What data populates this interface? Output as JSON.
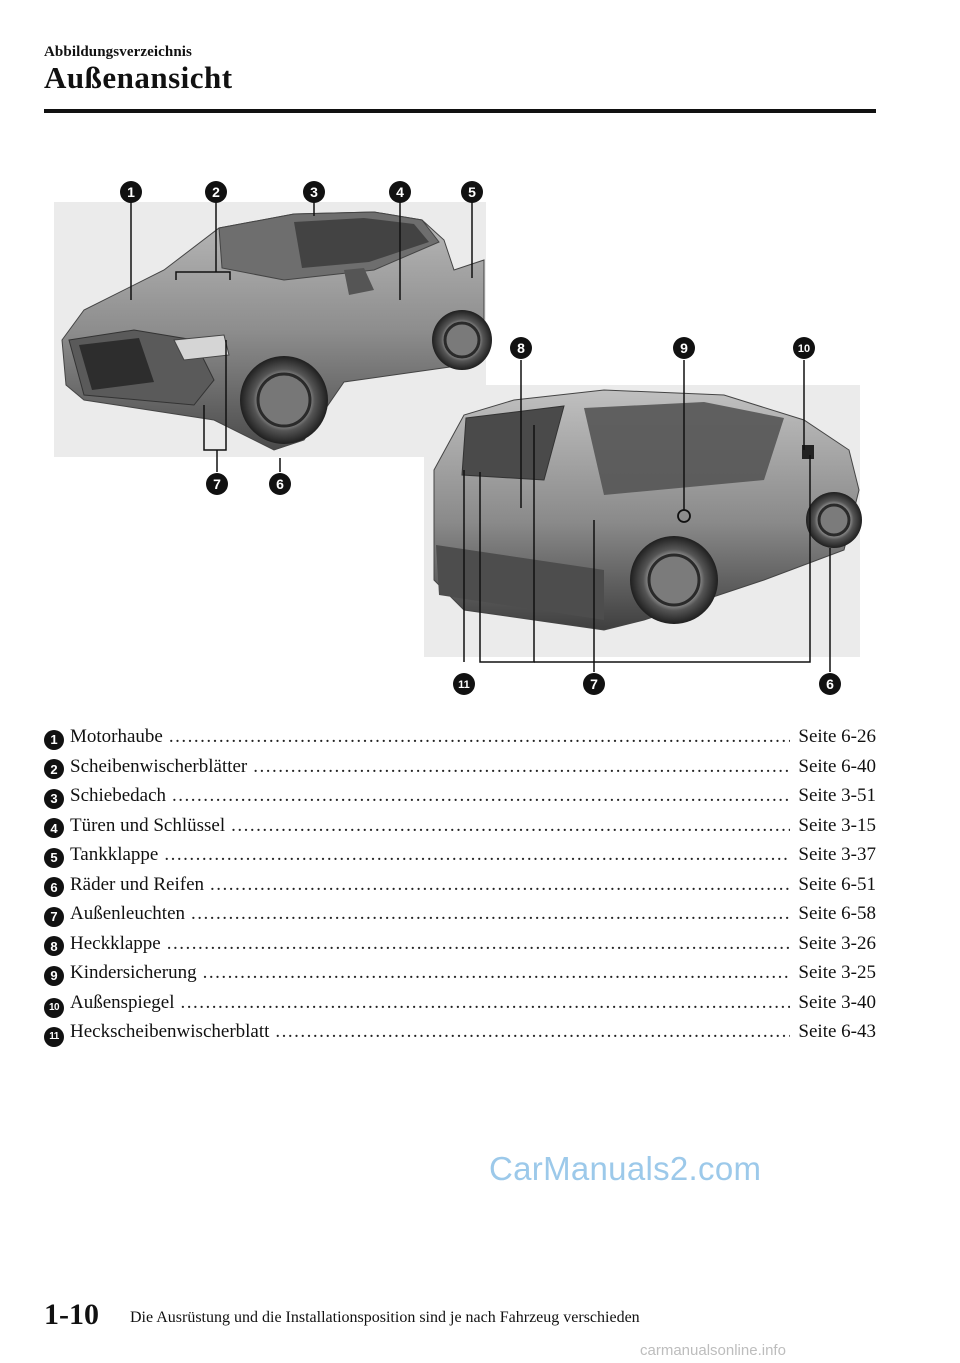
{
  "header": {
    "section": "Abbildungsverzeichnis",
    "title": "Außenansicht"
  },
  "figure": {
    "callouts": [
      "1",
      "2",
      "3",
      "4",
      "5",
      "6",
      "7",
      "8",
      "9",
      "10",
      "11",
      "7",
      "6"
    ]
  },
  "index": [
    {
      "num": "1",
      "label": "Motorhaube",
      "page": "Seite 6-26"
    },
    {
      "num": "2",
      "label": "Scheibenwischerblätter",
      "page": "Seite 6-40"
    },
    {
      "num": "3",
      "label": "Schiebedach",
      "page": "Seite 3-51"
    },
    {
      "num": "4",
      "label": "Türen und Schlüssel",
      "page": "Seite 3-15"
    },
    {
      "num": "5",
      "label": "Tankklappe",
      "page": "Seite 3-37"
    },
    {
      "num": "6",
      "label": "Räder und Reifen",
      "page": "Seite 6-51"
    },
    {
      "num": "7",
      "label": "Außenleuchten",
      "page": "Seite 6-58"
    },
    {
      "num": "8",
      "label": "Heckklappe",
      "page": "Seite 3-26"
    },
    {
      "num": "9",
      "label": "Kindersicherung",
      "page": "Seite 3-25"
    },
    {
      "num": "10",
      "label": "Außenspiegel",
      "page": "Seite 3-40"
    },
    {
      "num": "11",
      "label": "Heckscheibenwischerblatt",
      "page": "Seite 6-43"
    }
  ],
  "footer": {
    "page_number": "1-10",
    "note": "Die Ausrüstung und die Installationsposition sind je nach Fahrzeug verschieden"
  },
  "watermarks": {
    "center": "CarManuals2.com",
    "bottom": "carmanualsonline.info"
  }
}
